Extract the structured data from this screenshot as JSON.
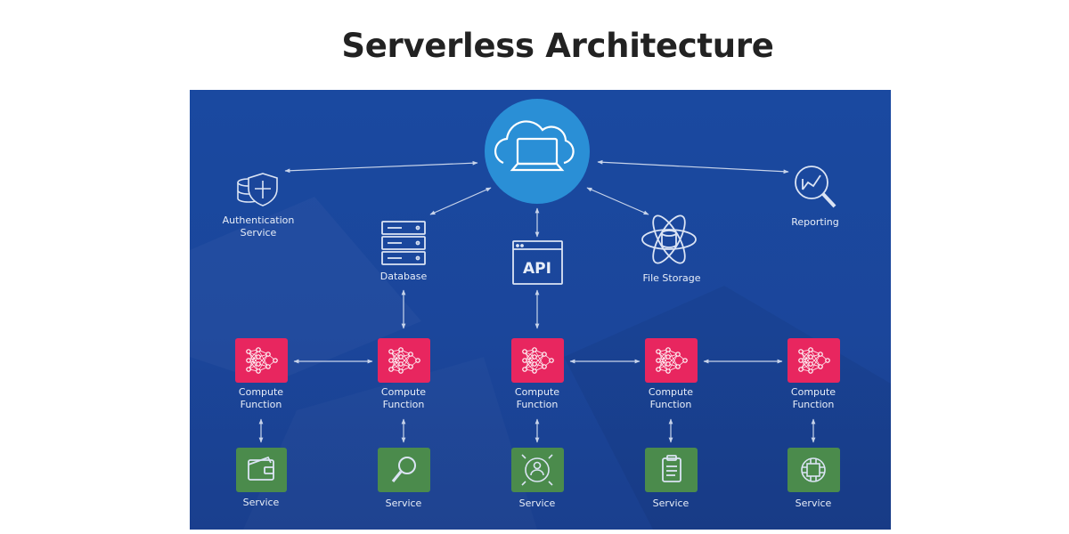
{
  "title": "Serverless Architecture",
  "colors": {
    "background": "#1b469b",
    "cloud_circle": "#2a8fd6",
    "compute_box": "#e8265f",
    "service_box": "#4b8b4c",
    "connector": "#c8d4ea"
  },
  "nodes": {
    "cloud": {
      "icon": "cloud-laptop-icon"
    },
    "auth": {
      "icon": "shield-database-icon",
      "label_line1": "Authentication",
      "label_line2": "Service"
    },
    "reporting": {
      "icon": "magnifier-chart-icon",
      "label": "Reporting"
    },
    "database": {
      "icon": "server-rack-icon",
      "label": "Database"
    },
    "api": {
      "icon": "api-window-icon",
      "label": "API"
    },
    "file_storage": {
      "icon": "atom-storage-icon",
      "label": "File Storage"
    }
  },
  "compute_functions": [
    {
      "line1": "Compute",
      "line2": "Function",
      "icon": "neural-network-icon"
    },
    {
      "line1": "Compute",
      "line2": "Function",
      "icon": "neural-network-icon"
    },
    {
      "line1": "Compute",
      "line2": "Function",
      "icon": "neural-network-icon"
    },
    {
      "line1": "Compute",
      "line2": "Function",
      "icon": "neural-network-icon"
    },
    {
      "line1": "Compute",
      "line2": "Function",
      "icon": "neural-network-icon"
    }
  ],
  "services": [
    {
      "label": "Service",
      "icon": "wallet-icon"
    },
    {
      "label": "Service",
      "icon": "search-icon"
    },
    {
      "label": "Service",
      "icon": "user-network-icon"
    },
    {
      "label": "Service",
      "icon": "clipboard-icon"
    },
    {
      "label": "Service",
      "icon": "chip-icon"
    }
  ]
}
